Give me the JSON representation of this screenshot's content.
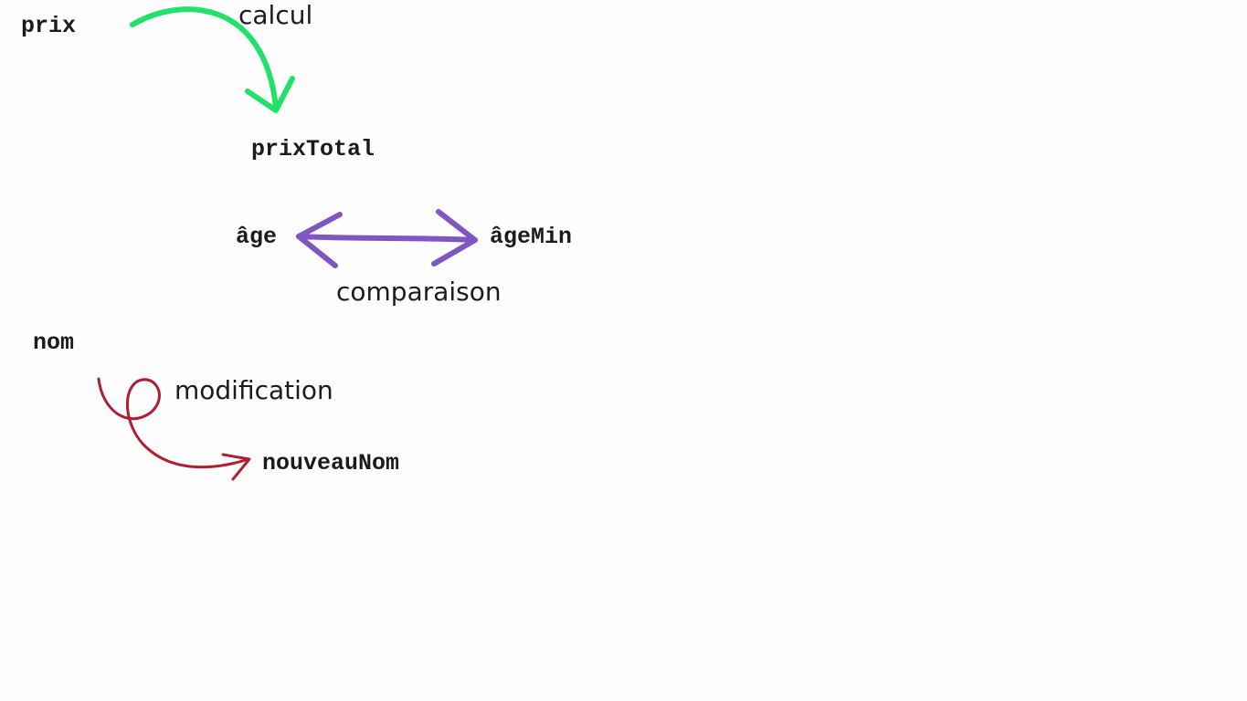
{
  "variables": {
    "prix": "prix",
    "prix_total": "prixTotal",
    "age": "âge",
    "age_min": "âgeMin",
    "nom": "nom",
    "nouveau_nom": "nouveauNom"
  },
  "operations": {
    "calcul": "calcul",
    "comparaison": "comparaison",
    "modification": "modification"
  },
  "colors": {
    "calcul_arrow": "#22e06a",
    "comparaison_arrow": "#7e57c2",
    "modification_arrow": "#b01e34"
  }
}
